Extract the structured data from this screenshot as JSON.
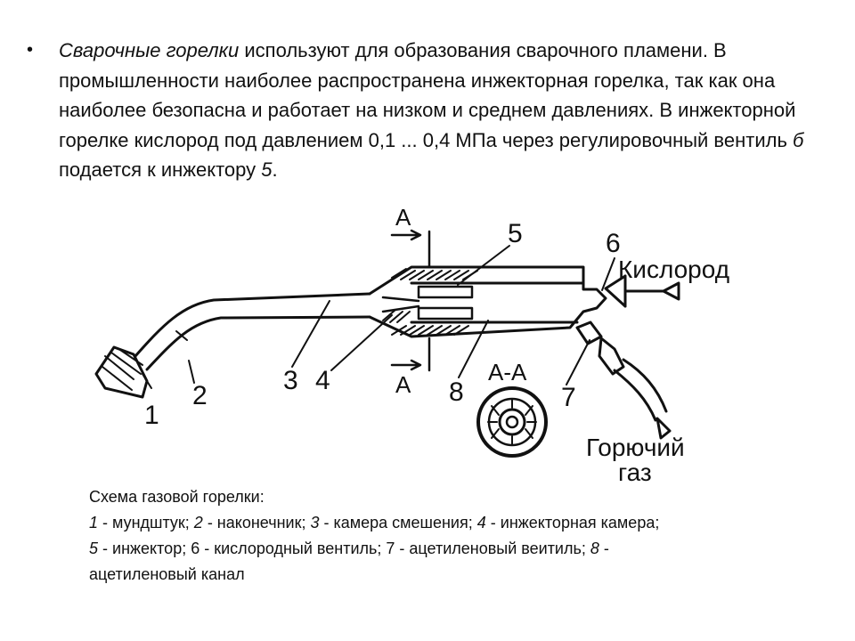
{
  "bullet": {
    "symbol": "•",
    "term": "Сварочные горелки",
    "sentence1_rest": " используют для образования сварочного пламени. В промышленности наиболее распространена инжекторная горелка, так как она наиболее безопасна и работает на низком и среднем давлениях. В инжекторной горелке кислород под давлением 0,1 ... 0,4 МПа через регулировочный вентиль ",
    "valve_ref": "б",
    "text_mid": " подается к инжектору ",
    "injector_ref": "5",
    "text_end": "."
  },
  "diagram": {
    "labels": {
      "n1": "1",
      "n2": "2",
      "n3": "3",
      "n4": "4",
      "n5": "5",
      "n6": "6",
      "n7": "7",
      "n8": "8",
      "section_top": "А",
      "section_bottom": "А",
      "section_title": "А-А",
      "oxygen": "Кислород",
      "gas_line1": "Горючий",
      "gas_line2": "газ"
    }
  },
  "caption": {
    "title": "Схема газовой горелки:",
    "line2": [
      {
        "num": "1",
        "text": " - мундштук; "
      },
      {
        "num": "2",
        "text": " - наконечник; "
      },
      {
        "num": "3",
        "text": " - камера смешения; "
      },
      {
        "num": "4",
        "text": " - инжекторная камера;"
      }
    ],
    "line3_num5": "5",
    "line3_text5": " - инжектор; 6 - кислородный вентиль; 7 - ацетиленовый веитиль; ",
    "line3_num8": "8",
    "line3_tail": " -",
    "line4": "ацетиленовый канал"
  }
}
